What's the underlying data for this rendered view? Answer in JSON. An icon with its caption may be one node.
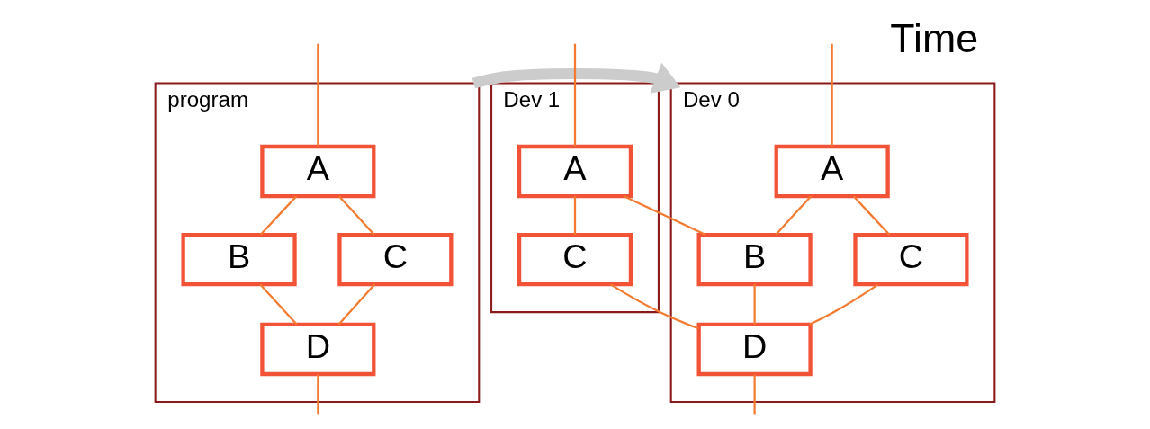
{
  "diagram": {
    "nodes": [
      {
        "text": [
          "program"
        ]
      },
      {
        "text": [
          "A"
        ],
        "in": 0
      },
      {
        "text": [
          "B"
        ],
        "in": 0
      },
      {
        "text": [
          "C"
        ],
        "in": 0
      },
      {
        "text": [
          "D"
        ],
        "in": 0
      },
      {
        "text": [
          "Dev 0"
        ]
      },
      {
        "text": [
          "A"
        ],
        "in": 5
      },
      {
        "text": [
          "C"
        ],
        "in": 5
      },
      {
        "text": [
          "B"
        ],
        "in": 5
      },
      {
        "text": [
          "D"
        ],
        "in": 5
      },
      {
        "text": [
          "Dev 1"
        ]
      },
      {
        "text": [
          "A"
        ],
        "in": 10
      },
      {
        "text": [
          "C"
        ],
        "in": 10
      }
    ],
    "edges": [
      {
        "from": null,
        "to": 1,
        "arrow": "none"
      },
      {
        "from": 1,
        "to": 2,
        "arrow": "none"
      },
      {
        "from": 1,
        "to": 3,
        "arrow": "none"
      },
      {
        "from": 2,
        "to": 4,
        "arrow": "none"
      },
      {
        "from": 3,
        "to": 4,
        "arrow": "none"
      },
      {
        "from": 4,
        "to": null,
        "arrow": "none"
      },
      {
        "from": 0,
        "to": 5,
        "arrow": "to",
        "style": "thick",
        "color": "#cccccc"
      },
      {
        "from": null,
        "to": 6,
        "arrow": "none"
      },
      {
        "from": null,
        "to": 11,
        "arrow": "none"
      },
      {
        "from": 6,
        "to": 7,
        "arrow": "none"
      },
      {
        "from": 11,
        "to": 12,
        "arrow": "none"
      },
      {
        "from": 6,
        "to": 8,
        "arrow": "none"
      },
      {
        "from": 11,
        "to": 8,
        "arrow": "none"
      },
      {
        "from": 7,
        "to": 9,
        "arrow": "none"
      },
      {
        "from": 12,
        "to": 9,
        "arrow": "none"
      },
      {
        "from": 8,
        "to": 9,
        "arrow": "none"
      },
      {
        "from": 9,
        "to": null,
        "arrow": "none"
      }
    ],
    "labels": [
      "Time"
    ]
  }
}
